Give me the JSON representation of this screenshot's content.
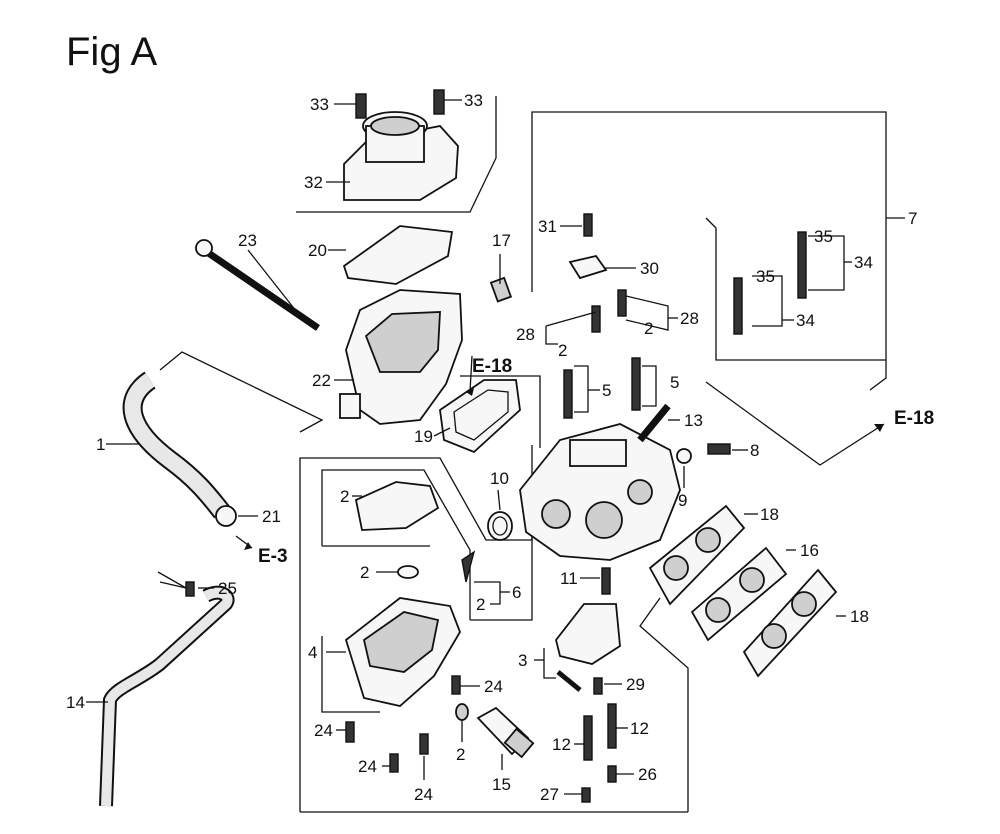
{
  "figure": {
    "title": "Fig A"
  },
  "callouts": [
    "1",
    "2",
    "3",
    "4",
    "5",
    "6",
    "7",
    "8",
    "9",
    "10",
    "11",
    "12",
    "13",
    "14",
    "15",
    "16",
    "17",
    "18",
    "19",
    "20",
    "21",
    "22",
    "23",
    "24",
    "25",
    "26",
    "27",
    "28",
    "29",
    "30",
    "31",
    "32",
    "33",
    "34",
    "35"
  ],
  "references": [
    "E-18",
    "E-3"
  ],
  "colors": {
    "ink": "#111111",
    "background": "#ffffff"
  }
}
